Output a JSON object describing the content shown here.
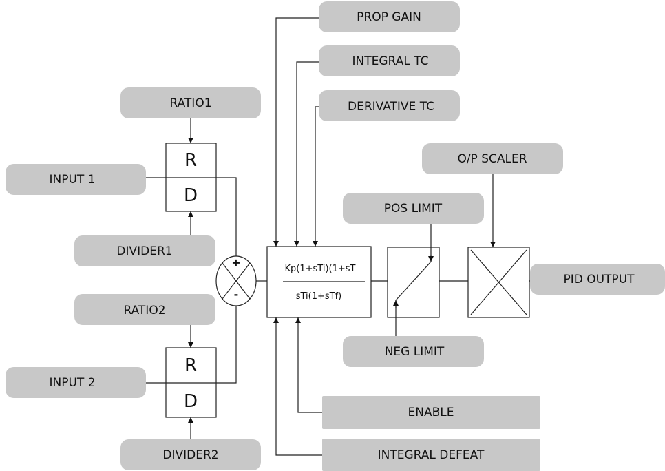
{
  "params": {
    "prop_gain": "PROP GAIN",
    "integral_tc": "INTEGRAL TC",
    "derivative_tc": "DERIVATIVE TC",
    "ratio1": "RATIO1",
    "input1": "INPUT 1",
    "divider1": "DIVIDER1",
    "ratio2": "RATIO2",
    "input2": "INPUT 2",
    "divider2": "DIVIDER2",
    "op_scaler": "O/P SCALER",
    "pos_limit": "POS LIMIT",
    "neg_limit": "NEG LIMIT",
    "pid_output": "PID OUTPUT",
    "enable": "ENABLE",
    "integral_defeat": "INTEGRAL DEFEAT"
  },
  "blocks": {
    "ratio_letter": "R",
    "divider_letter": "D",
    "plus": "+",
    "minus": "-",
    "tf_numerator": "Kp(1+sTi)(1+sT",
    "tf_denominator": "sTi(1+sTf)"
  },
  "colors": {
    "pill": "#c8c8c8",
    "line": "#222222"
  }
}
